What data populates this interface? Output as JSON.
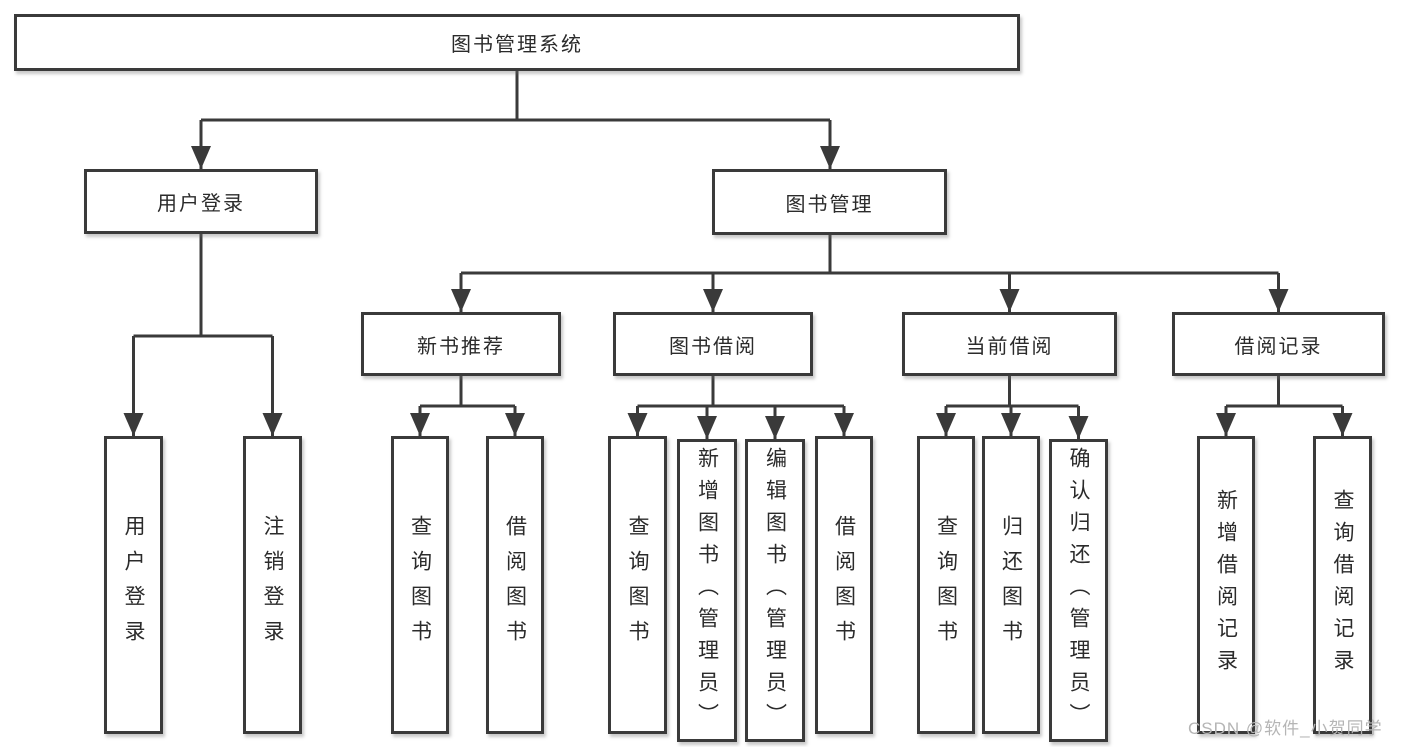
{
  "tree": {
    "label": "图书管理系统",
    "children": [
      {
        "label": "用户登录",
        "children": [
          {
            "label": "用户登录"
          },
          {
            "label": "注销登录"
          }
        ]
      },
      {
        "label": "图书管理",
        "children": [
          {
            "label": "新书推荐",
            "children": [
              {
                "label": "查询图书"
              },
              {
                "label": "借阅图书"
              }
            ]
          },
          {
            "label": "图书借阅",
            "children": [
              {
                "label": "查询图书"
              },
              {
                "label": "新增图书（管理员）"
              },
              {
                "label": "编辑图书（管理员）"
              },
              {
                "label": "借阅图书"
              }
            ]
          },
          {
            "label": "当前借阅",
            "children": [
              {
                "label": "查询图书"
              },
              {
                "label": "归还图书"
              },
              {
                "label": "确认归还（管理员）"
              }
            ]
          },
          {
            "label": "借阅记录",
            "children": [
              {
                "label": "新增借阅记录"
              },
              {
                "label": "查询借阅记录"
              }
            ]
          }
        ]
      }
    ]
  },
  "watermark": "CSDN @软件_小贺同学",
  "colors": {
    "line": "#3a3a3a",
    "box_border": "#3a3a3a",
    "text": "#2b2b2b",
    "watermark": "#b5b5b5",
    "background": "#ffffff"
  }
}
